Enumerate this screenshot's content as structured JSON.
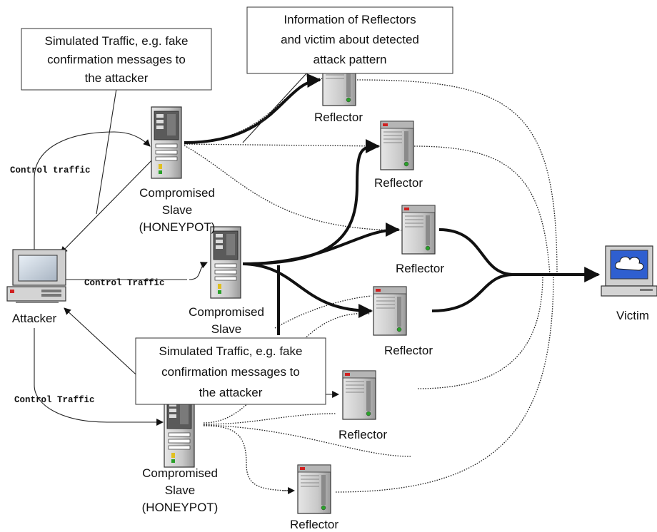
{
  "boxes": {
    "top_left": [
      "Simulated Traffic, e.g. fake",
      "confirmation messages to",
      "the attacker"
    ],
    "top_center": [
      "Information of Reflectors",
      "and victim about detected",
      "attack pattern"
    ],
    "bottom": [
      "Simulated Traffic, e.g. fake",
      "confirmation messages to",
      "the attacker"
    ]
  },
  "nodes": {
    "attacker": "Attacker",
    "victim": "Victim",
    "slave_top": [
      "Compromised",
      "Slave",
      "(HONEYPOT)"
    ],
    "slave_mid": [
      "Compromised",
      "Slave"
    ],
    "slave_bottom": [
      "Compromised",
      "Slave",
      "(HONEYPOT)"
    ],
    "reflector": "Reflector"
  },
  "control_labels": {
    "top": "Control traffic",
    "mid": "Control Traffic",
    "bottom": "Control Traffic"
  },
  "colors": {
    "screen_blue": "#2f5fd0",
    "server_body": "#c9c9c9",
    "server_dark": "#555555",
    "led_red": "#d02020",
    "led_green": "#2aa02a"
  }
}
